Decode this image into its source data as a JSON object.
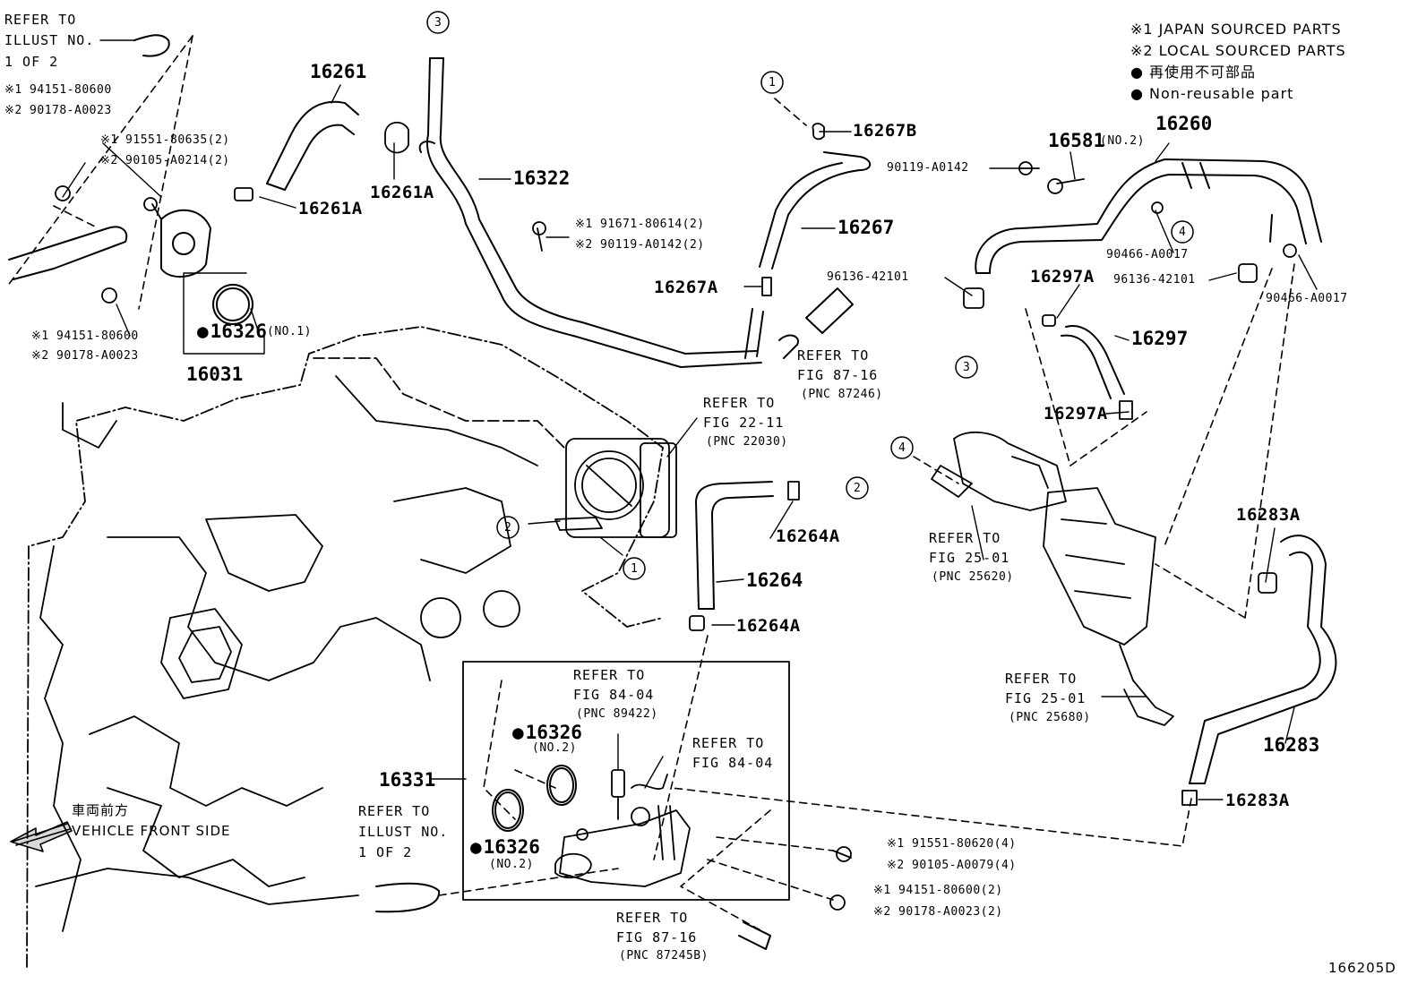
{
  "legend": {
    "japan": "※1 JAPAN SOURCED PARTS",
    "local": "※2 LOCAL SOURCED PARTS",
    "nonreuse_jp": "● 再使用不可部品",
    "nonreuse_en": "● Non-reusable part"
  },
  "figure_id": "166205D",
  "direction": {
    "jp": "車両前方",
    "en": "VEHICLE FRONT SIDE"
  },
  "callouts": {
    "c1": "1",
    "c2": "2",
    "c3": "3",
    "c4": "4"
  },
  "refs": {
    "illust_top_1": "REFER TO",
    "illust_top_2": "ILLUST NO.",
    "illust_top_3": "1 OF 2",
    "fig8716a_1": "REFER TO",
    "fig8716a_2": "FIG 87-16",
    "fig8716a_3": "(PNC 87246)",
    "fig2211_1": "REFER TO",
    "fig2211_2": "FIG 22-11",
    "fig2211_3": "(PNC 22030)",
    "fig2501a_1": "REFER TO",
    "fig2501a_2": "FIG 25-01",
    "fig2501a_3": "(PNC 25620)",
    "fig2501b_1": "REFER TO",
    "fig2501b_2": "FIG 25-01",
    "fig2501b_3": "(PNC 25680)",
    "fig8404a_1": "REFER TO",
    "fig8404a_2": "FIG 84-04",
    "fig8404a_3": "(PNC 89422)",
    "fig8404b_1": "REFER TO",
    "fig8404b_2": "FIG 84-04",
    "illust_bot_1": "REFER TO",
    "illust_bot_2": "ILLUST NO.",
    "illust_bot_3": "1 OF 2",
    "fig8716b_1": "REFER TO",
    "fig8716b_2": "FIG 87-16",
    "fig8716b_3": "(PNC 87245B)"
  },
  "parts": {
    "p16261": "16261",
    "p16261a_1": "16261A",
    "p16261a_2": "16261A",
    "p16322": "16322",
    "p16267b": "16267B",
    "p16267": "16267",
    "p16267a": "16267A",
    "p16581": "16581",
    "p16581_note": "(NO.2)",
    "p16260": "16260",
    "p16297a_1": "16297A",
    "p16297": "16297",
    "p16297a_2": "16297A",
    "p16283a_1": "16283A",
    "p16283": "16283",
    "p16283a_2": "16283A",
    "p16264a_1": "16264A",
    "p16264": "16264",
    "p16264a_2": "16264A",
    "p16326_1": "16326",
    "p16326_1_note": "(NO.1)",
    "p16031": "16031",
    "p16326_2": "16326",
    "p16326_2_note": "(NO.2)",
    "p16326_3": "16326",
    "p16326_3_note": "(NO.2)",
    "p16331": "16331",
    "b_tl1": "※1 94151-80600",
    "b_tl2": "※2 90178-A0023",
    "b_tm1": "※1 91551-80635(2)",
    "b_tm2": "※2 90105-A0214(2)",
    "b_bl1": "※1 94151-80600",
    "b_bl2": "※2 90178-A0023",
    "b_c1": "※1 91671-80614(2)",
    "b_c2": "※2 90119-A0142(2)",
    "b_r1": "90119-A0142",
    "b_r2": "90466-A0017",
    "b_r3": "96136-42101",
    "b_r4": "90466-A0017",
    "b_r5": "96136-42101",
    "b_bc1": "※1 91551-80620(4)",
    "b_bc2": "※2 90105-A0079(4)",
    "b_bb1": "※1 94151-80600(2)",
    "b_bb2": "※2 90178-A0023(2)"
  }
}
